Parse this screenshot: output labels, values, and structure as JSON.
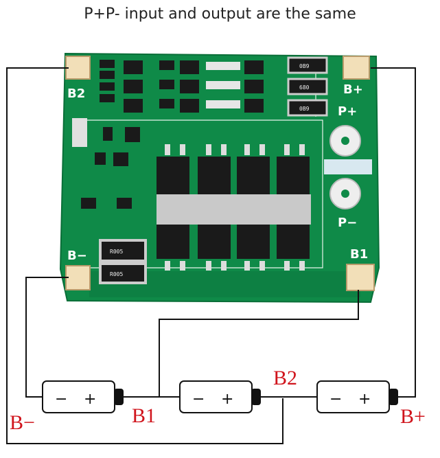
{
  "title": "P+P- input and output are the same",
  "board": {
    "pads": {
      "b2": "B2",
      "b_plus": "B+",
      "p_plus": "P+",
      "p_minus": "P−",
      "b_minus": "B−",
      "b1": "B1"
    },
    "resistors": [
      "0B9",
      "680",
      "0B9"
    ],
    "shunts": [
      "R005",
      "R005"
    ]
  },
  "batteries": [
    {
      "minus": "−",
      "plus": "+"
    },
    {
      "minus": "−",
      "plus": "+"
    },
    {
      "minus": "−",
      "plus": "+"
    }
  ],
  "labels": {
    "b_minus": "B−",
    "b1": "B1",
    "b2": "B2",
    "b_plus": "B+"
  },
  "colors": {
    "pcb": "#0f8a48",
    "pcb_dark": "#0a6e38",
    "pad": "#f2dfb8",
    "wire": "#111111",
    "label_red": "#d0141c"
  }
}
